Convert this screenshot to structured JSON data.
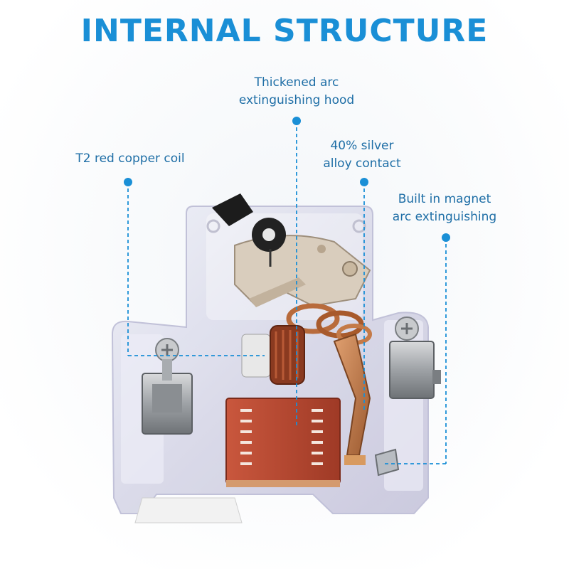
{
  "title": "INTERNAL STRUCTURE",
  "callouts": {
    "arc_hood": {
      "line1": "Thickened arc",
      "line2": "extinguishing hood"
    },
    "copper_coil": {
      "line1": "T2 red copper coil"
    },
    "silver_contact": {
      "line1": "40% silver",
      "line2": "alloy contact"
    },
    "magnet": {
      "line1": "Built in magnet",
      "line2": "arc extinguishing"
    }
  },
  "colors": {
    "title": "#1a8fd6",
    "callout_text": "#1e6ea6",
    "leader_line": "#1a8fd6",
    "arc_chute": "#b5452e",
    "copper": "#c07a4a",
    "housing": "#dcdce8"
  }
}
